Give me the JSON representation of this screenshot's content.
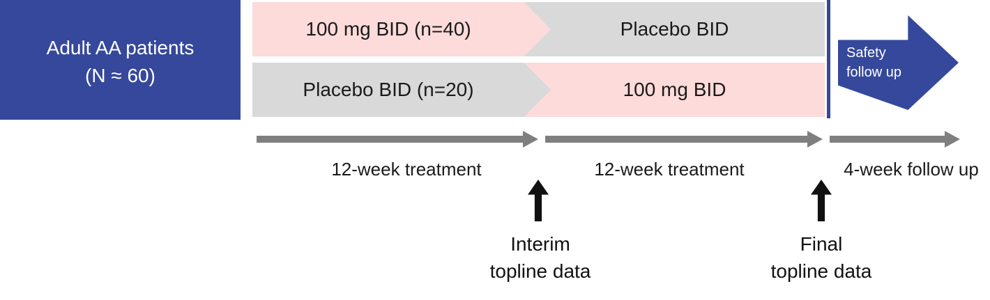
{
  "colors": {
    "dark_blue": "#35489B",
    "pink": "#FCDBDA",
    "gray": "#D9D9D9",
    "timeline_gray": "#7F7F7F"
  },
  "population_box": {
    "line1": "Adult AA patients",
    "line2": "(N ≈ 60)"
  },
  "rows": [
    {
      "first_period": "100 mg BID (n=40)",
      "second_period": "Placebo BID"
    },
    {
      "first_period": "Placebo BID (n=20)",
      "second_period": "100 mg BID"
    }
  ],
  "safety_arrow": {
    "line1": "Safety",
    "line2": "follow up"
  },
  "timeline": {
    "phase1_label": "12-week treatment",
    "phase2_label": "12-week treatment",
    "phase3_label": "4-week follow up"
  },
  "milestones": [
    {
      "line1": "Interim",
      "line2": "topline data"
    },
    {
      "line1": "Final",
      "line2": "topline data"
    }
  ]
}
